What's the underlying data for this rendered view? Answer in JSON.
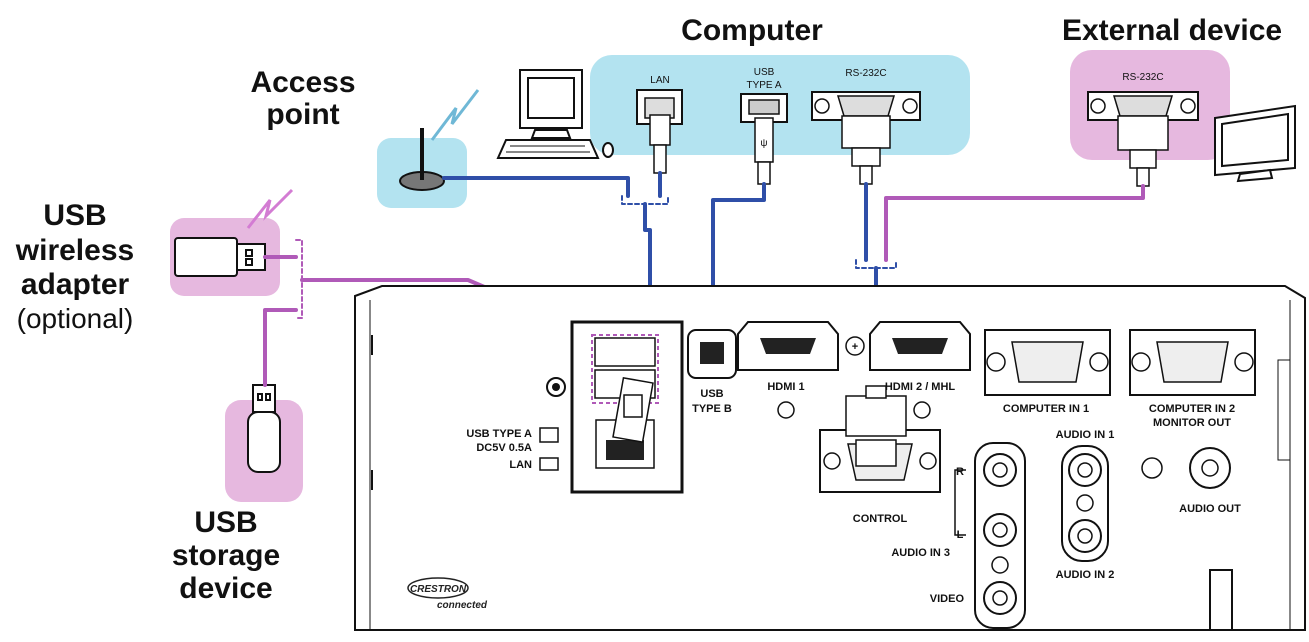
{
  "groups": {
    "computer": "Computer",
    "external_device": "External device",
    "access_point": [
      "Access",
      "point"
    ],
    "usb_wireless_adapter": [
      "USB",
      "wireless",
      "adapter",
      "(optional)"
    ],
    "usb_storage_device": [
      "USB",
      "storage",
      "device"
    ]
  },
  "computer_ports": {
    "lan": "LAN",
    "usb_type_a": [
      "USB",
      "TYPE A"
    ],
    "rs232c": "RS-232C"
  },
  "external_ports": {
    "rs232c": "RS-232C"
  },
  "projector_ports": {
    "usb_type_b": [
      "USB",
      "TYPE B"
    ],
    "hdmi1": "HDMI 1",
    "hdmi2": "HDMI 2 / MHL",
    "computer_in1": "COMPUTER IN 1",
    "computer_in2": [
      "COMPUTER IN 2",
      "MONITOR OUT"
    ],
    "audio_in1": "AUDIO IN 1",
    "audio_in2": "AUDIO IN 2",
    "audio_out": "AUDIO OUT",
    "control": "CONTROL",
    "audio_in3": "AUDIO IN 3",
    "r": "R",
    "l": "L",
    "video": "VIDEO",
    "usb_type_a_spec": [
      "USB TYPE A",
      "DC5V 0.5A"
    ],
    "lan": "LAN"
  },
  "brand": {
    "name": "CRESTRON",
    "tag": "connected"
  },
  "colors": {
    "computer_area": "#b3e3f0",
    "external_area": "#e6b8df",
    "blue_cable": "#2f4fa8",
    "purple_cable": "#b05ab8",
    "outline": "#111111"
  }
}
